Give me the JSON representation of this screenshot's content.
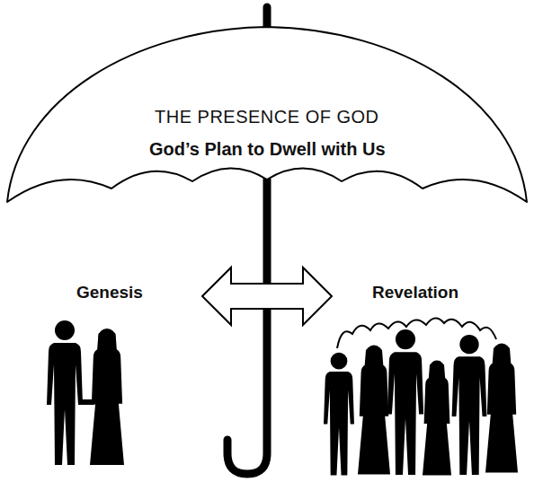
{
  "diagram": {
    "nodes": [
      {
        "text": [
          "THE PRESENCE OF GOD",
          "God’s Plan to Dwell with Us"
        ]
      }
    ],
    "labels": [
      "Genesis",
      "Revelation"
    ]
  }
}
